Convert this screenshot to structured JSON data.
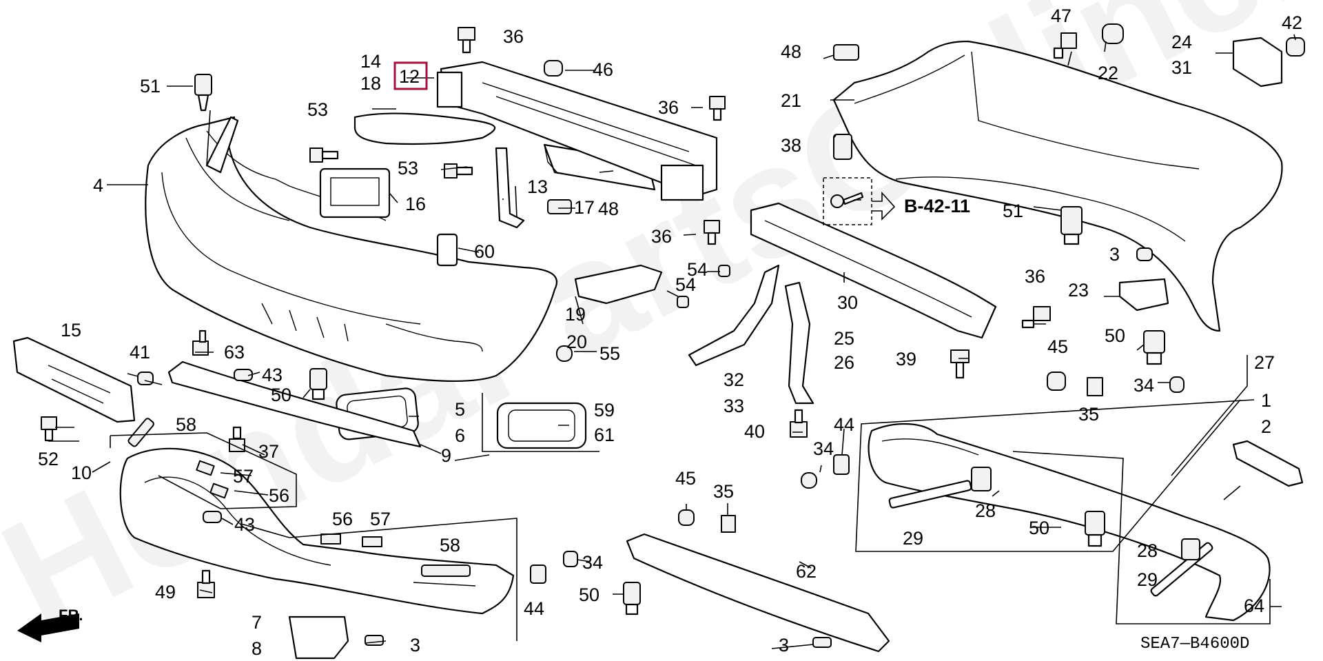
{
  "watermark": "HondaPartsOnline.ru",
  "diagram_code": "SEA7—B4600D",
  "reference": "B-42-11",
  "direction_label": "FR.",
  "highlighted_callout": "12",
  "callouts": {
    "c1": "1",
    "c2": "2",
    "c3a": "3",
    "c3b": "3",
    "c3c": "3",
    "c4": "4",
    "c5": "5",
    "c6": "6",
    "c7": "7",
    "c8": "8",
    "c9": "9",
    "c10": "10",
    "c12": "12",
    "c13": "13",
    "c14": "14",
    "c15": "15",
    "c16": "16",
    "c17": "17",
    "c18": "18",
    "c19": "19",
    "c20": "20",
    "c21": "21",
    "c22": "22",
    "c23": "23",
    "c24": "24",
    "c25": "25",
    "c26": "26",
    "c27": "27",
    "c28a": "28",
    "c28b": "28",
    "c29a": "29",
    "c29b": "29",
    "c30": "30",
    "c31": "31",
    "c32": "32",
    "c33": "33",
    "c34a": "34",
    "c34b": "34",
    "c34c": "34",
    "c35a": "35",
    "c35b": "35",
    "c36a": "36",
    "c36b": "36",
    "c36c": "36",
    "c36d": "36",
    "c37": "37",
    "c38": "38",
    "c39": "39",
    "c40": "40",
    "c41": "41",
    "c42": "42",
    "c43a": "43",
    "c43b": "43",
    "c44a": "44",
    "c44b": "44",
    "c45a": "45",
    "c45b": "45",
    "c46": "46",
    "c47": "47",
    "c48a": "48",
    "c48b": "48",
    "c49": "49",
    "c50a": "50",
    "c50b": "50",
    "c50c": "50",
    "c50d": "50",
    "c51a": "51",
    "c51b": "51",
    "c52": "52",
    "c53a": "53",
    "c53b": "53",
    "c54a": "54",
    "c54b": "54",
    "c55": "55",
    "c56a": "56",
    "c56b": "56",
    "c57a": "57",
    "c57b": "57",
    "c58a": "58",
    "c58b": "58",
    "c59": "59",
    "c60": "60",
    "c61": "61",
    "c62": "62",
    "c63": "63",
    "c64": "64"
  }
}
